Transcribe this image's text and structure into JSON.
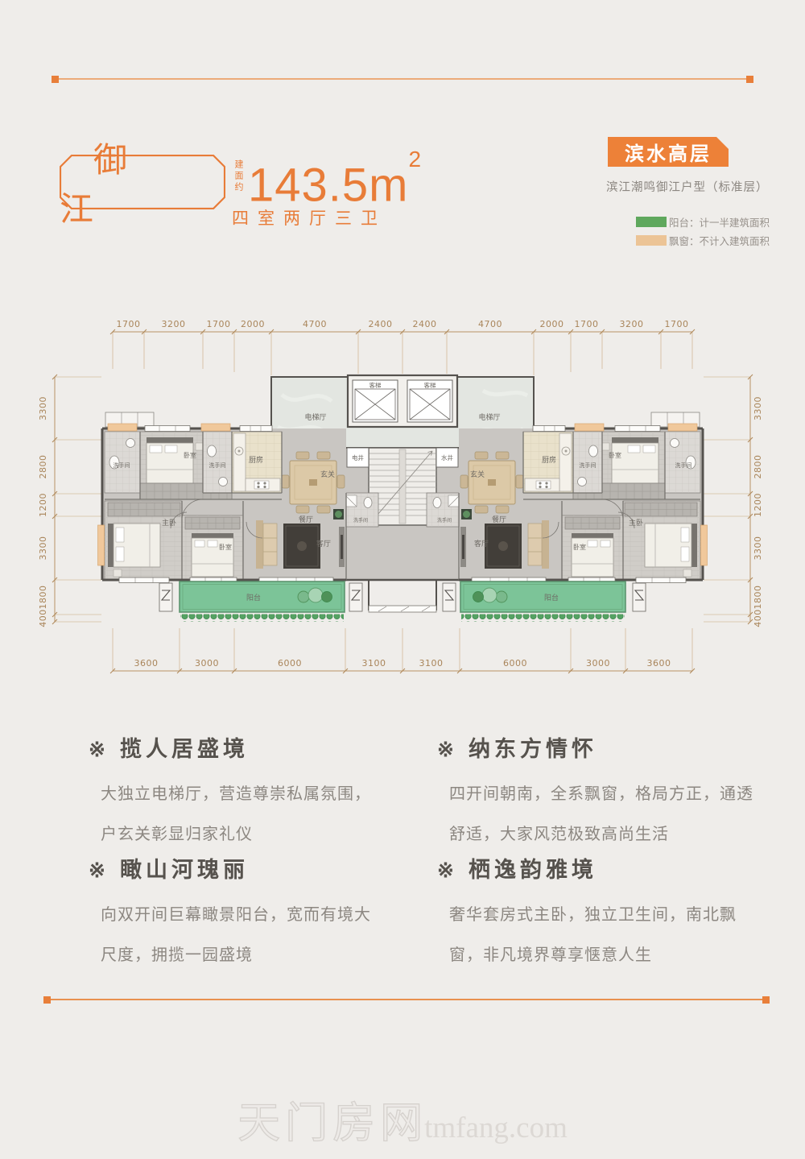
{
  "colors": {
    "accent": "#E87C38",
    "badge": "#ED8138",
    "dimension": "#A9855A",
    "balcony_green": "#7CC498",
    "legend_green": "#5FA85D",
    "legend_tan": "#ECC496"
  },
  "header": {
    "plan_name": "御江",
    "area_prefix": "建面约",
    "area_value": "143.5m",
    "area_sup": "2",
    "layout_type": "四室两厅三卫",
    "badge": "滨水高层",
    "subtitle": "滨江潮鸣御江户型（标准层）",
    "legend": [
      {
        "color": "#5FA85D",
        "label": "阳台：计一半建筑面积"
      },
      {
        "color": "#ECC496",
        "label": "飘窗：不计入建筑面积"
      }
    ]
  },
  "floorplan": {
    "dims_top": [
      "1700",
      "3200",
      "1700",
      "2000",
      "4700",
      "2400",
      "2400",
      "4700",
      "2000",
      "1700",
      "3200",
      "1700"
    ],
    "dims_bottom": [
      "3600",
      "3000",
      "6000",
      "3100",
      "3100",
      "6000",
      "3000",
      "3600"
    ],
    "dims_left": [
      "3300",
      "2800",
      "1200",
      "3300",
      "1800",
      "400"
    ],
    "dims_right": [
      "3300",
      "2800",
      "1200",
      "3300",
      "1800",
      "400"
    ],
    "rooms": {
      "bath": "洗手间",
      "bedroom": "卧室",
      "kitchen": "厨房",
      "dining": "餐厅",
      "master": "主卧",
      "living": "客厅",
      "balcony": "阳台",
      "entry": "玄关",
      "elevator_hall": "电梯厅",
      "lift": "客梯",
      "elec_shaft": "电井",
      "water_shaft": "水井"
    }
  },
  "features": {
    "marker": "※",
    "items": [
      {
        "title": "揽人居盛境",
        "body": "大独立电梯厅，营造尊崇私属氛围，户玄关彰显归家礼仪"
      },
      {
        "title": "纳东方情怀",
        "body": "四开间朝南，全系飘窗，格局方正，通透舒适，大家风范极致高尚生活"
      },
      {
        "title": "瞰山河瑰丽",
        "body": "向双开间巨幕瞰景阳台，宽而有境大尺度，拥揽一园盛境"
      },
      {
        "title": "栖逸韵雅境",
        "body": "奢华套房式主卧，独立卫生间，南北飘窗，非凡境界尊享惬意人生"
      }
    ]
  },
  "watermark": {
    "cn": "天门房网",
    "en": "tmfang.com"
  }
}
